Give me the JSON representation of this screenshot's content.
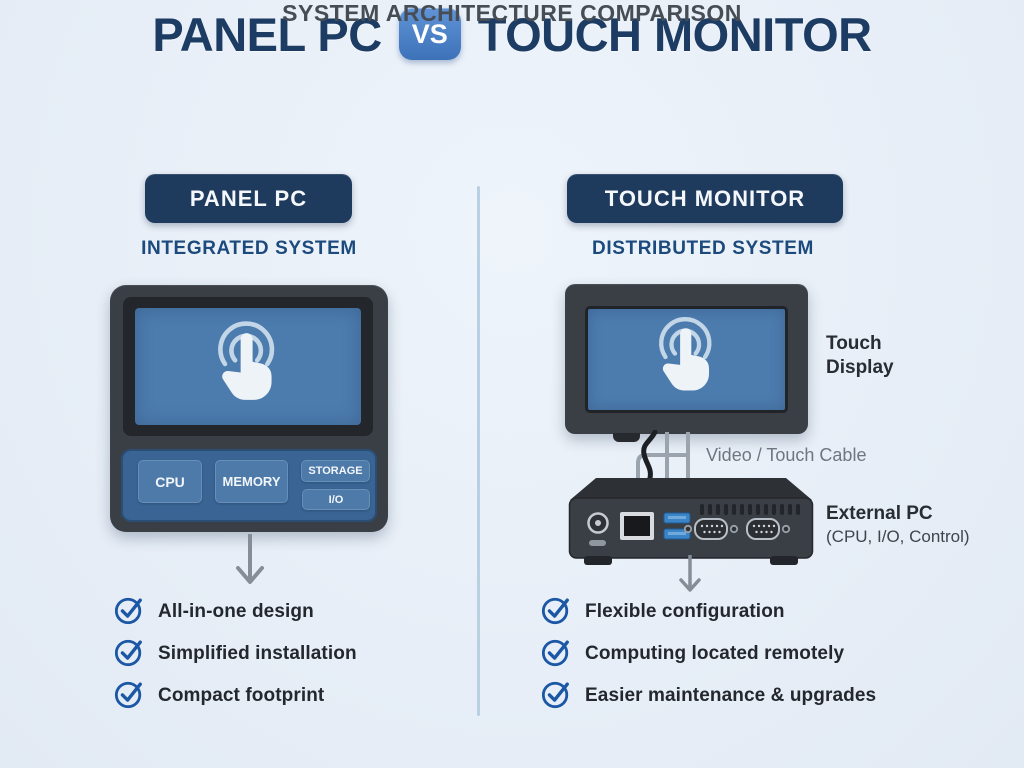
{
  "header": {
    "title_left": "PANEL PC",
    "vs_badge": "VS",
    "title_right": "TOUCH MONITOR",
    "subtitle": "SYSTEM ARCHITECTURE COMPARISON"
  },
  "left_column": {
    "badge": "PANEL PC",
    "system_label": "INTEGRATED SYSTEM",
    "chips": {
      "cpu": "CPU",
      "memory": "MEMORY",
      "storage": "STORAGE",
      "io": "I/O"
    },
    "benefits": [
      "All-in-one design",
      "Simplified installation",
      "Compact footprint"
    ]
  },
  "right_column": {
    "badge": "TOUCH MONITOR",
    "system_label": "DISTRIBUTED SYSTEM",
    "display_label": "Touch Display",
    "cable_label": "Video / Touch Cable",
    "pc_label": "External PC",
    "pc_sublabel": "(CPU, I/O, Control)",
    "benefits": [
      "Flexible configuration",
      "Computing located remotely",
      "Easier maintenance & upgrades"
    ]
  },
  "icons": {
    "vs": "vs-badge",
    "touch": "touch-gesture-icon",
    "check": "check-circle-icon",
    "arrow": "arrow-down-icon",
    "ports": [
      "power-button-icon",
      "ethernet-port-icon",
      "usb-port-icon",
      "serial-port-icon"
    ]
  },
  "colors": {
    "background": "#e9f0f8",
    "navy_badge": "#1e3a5c",
    "title_navy": "#1d3c63",
    "accent_blue": "#4b80c3",
    "screen_blue": "#4c7bae",
    "component_panel_blue": "#3a6493",
    "chip_blue": "#4d7aa9",
    "check_blue": "#1b57a5",
    "device_charcoal": "#3a3f46",
    "divider_blue": "#b9cfe2",
    "usb_blue": "#3c84c8",
    "cable_gray": "#9aa4ae"
  }
}
